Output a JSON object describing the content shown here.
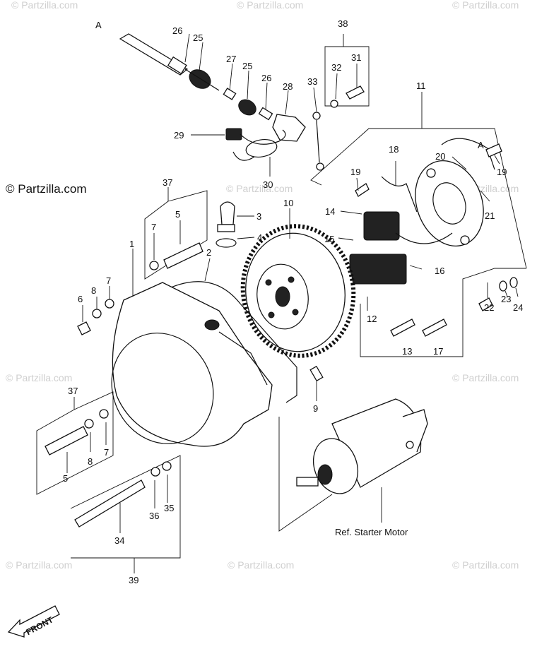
{
  "watermarks": {
    "main": "© Partzilla.com",
    "faint": "© Partzilla.com"
  },
  "callouts": {
    "A_top": "A",
    "A_right": "A",
    "n1": "1",
    "n2": "2",
    "n3": "3",
    "n4": "4",
    "n5a": "5",
    "n5b": "5",
    "n6": "6",
    "n7a": "7",
    "n7b": "7",
    "n7c": "7",
    "n8a": "8",
    "n8b": "8",
    "n9": "9",
    "n10": "10",
    "n11": "11",
    "n12": "12",
    "n13": "13",
    "n14": "14",
    "n15": "15",
    "n16": "16",
    "n17": "17",
    "n18": "18",
    "n19a": "19",
    "n19b": "19",
    "n20": "20",
    "n21": "21",
    "n22": "22",
    "n23": "23",
    "n24": "24",
    "n25a": "25",
    "n25b": "25",
    "n26a": "26",
    "n26b": "26",
    "n27": "27",
    "n28": "28",
    "n29": "29",
    "n30": "30",
    "n31": "31",
    "n32": "32",
    "n33": "33",
    "n34": "34",
    "n35": "35",
    "n36": "36",
    "n37a": "37",
    "n37b": "37",
    "n38": "38",
    "n39": "39"
  },
  "ref_label": "Ref. Starter Motor",
  "front_label": "FRONT"
}
